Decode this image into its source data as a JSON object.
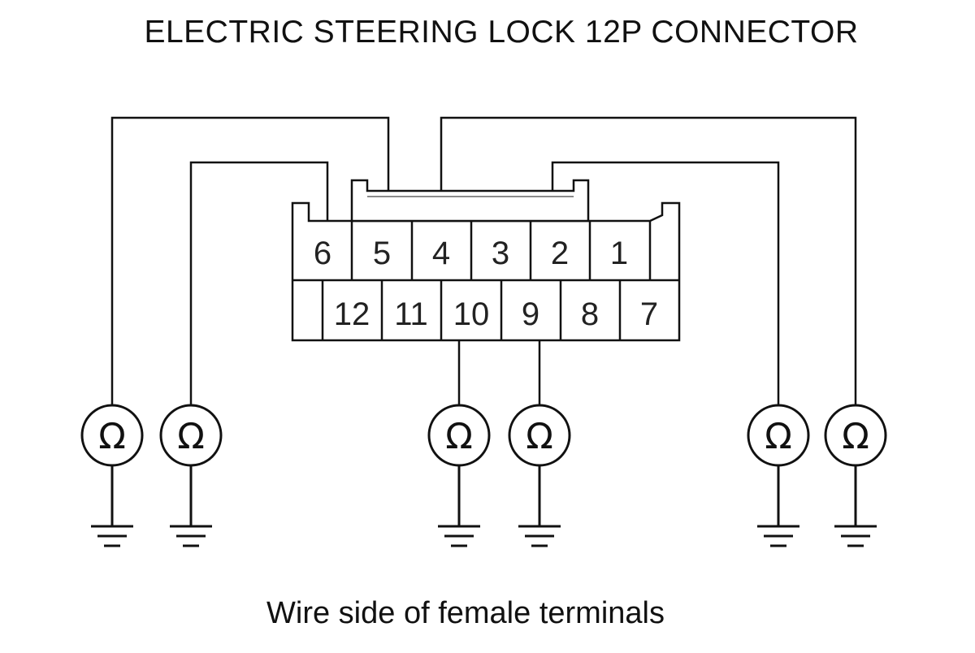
{
  "title": "ELECTRIC STEERING LOCK 12P CONNECTOR",
  "caption": "Wire side of female terminals",
  "connector": {
    "top_row": [
      "6",
      "5",
      "4",
      "3",
      "2",
      "1"
    ],
    "bottom_row": [
      "12",
      "11",
      "10",
      "9",
      "8",
      "7"
    ]
  },
  "meters": [
    {
      "symbol": "Ω"
    },
    {
      "symbol": "Ω"
    },
    {
      "symbol": "Ω"
    },
    {
      "symbol": "Ω"
    },
    {
      "symbol": "Ω"
    },
    {
      "symbol": "Ω"
    }
  ],
  "icons": {
    "meter": "ohmmeter-icon",
    "ground": "ground-icon"
  }
}
